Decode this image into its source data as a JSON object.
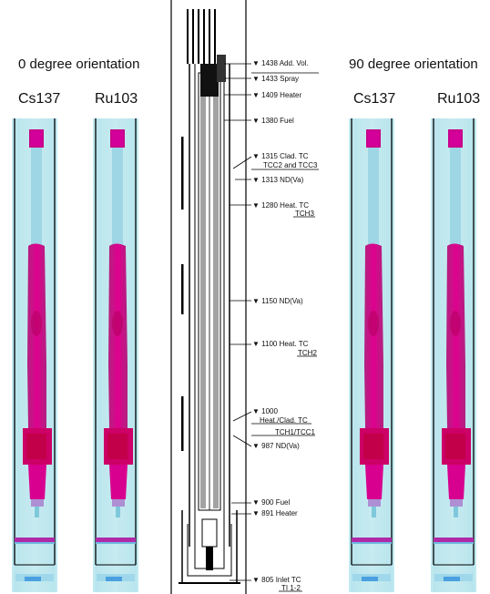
{
  "left_panel": {
    "title": "0 degree orientation",
    "columns": [
      {
        "isotope": "Cs137"
      },
      {
        "isotope": "Ru103"
      }
    ]
  },
  "right_panel": {
    "title": "90 degree orientation",
    "columns": [
      {
        "isotope": "Cs137"
      },
      {
        "isotope": "Ru103"
      }
    ]
  },
  "schematic": {
    "labels": [
      {
        "id": "l1438",
        "text": "1438 Add. Vol.",
        "marker": true
      },
      {
        "id": "l1433",
        "text": "1433 Spray",
        "marker": true
      },
      {
        "id": "l1409",
        "text": "1409 Heater",
        "marker": true
      },
      {
        "id": "l1380",
        "text": "1380 Fuel",
        "marker": true
      },
      {
        "id": "l1315",
        "text": "1315 Clad. TC",
        "marker": true
      },
      {
        "id": "l1315b",
        "text": "TCC2 and TCC3",
        "marker": false
      },
      {
        "id": "l1313",
        "text": "1313 ND(Va)",
        "marker": true
      },
      {
        "id": "l1280",
        "text": "1280 Heat. TC",
        "marker": true
      },
      {
        "id": "l1280b",
        "text": "TCH3",
        "marker": false
      },
      {
        "id": "l1150",
        "text": "1150 ND(Va)",
        "marker": true
      },
      {
        "id": "l1100",
        "text": "1100 Heat. TC",
        "marker": true
      },
      {
        "id": "l1100b",
        "text": "TCH2",
        "marker": false
      },
      {
        "id": "l1000",
        "text": "1000",
        "marker": true
      },
      {
        "id": "l1000b",
        "text": "Heat./Clad. TC",
        "marker": false
      },
      {
        "id": "l1000c",
        "text": "TCH1/TCC1",
        "marker": false
      },
      {
        "id": "l987",
        "text": "987 ND(Va)",
        "marker": true
      },
      {
        "id": "l900",
        "text": "900 Fuel",
        "marker": true
      },
      {
        "id": "l891",
        "text": "891 Heater",
        "marker": true
      },
      {
        "id": "l805",
        "text": "805 Inlet TC",
        "marker": true
      },
      {
        "id": "l805b",
        "text": "TI 1-2",
        "marker": false
      }
    ]
  },
  "colors": {
    "background_tint": "#c9efef",
    "activity_high": "#d4008a",
    "activity_peak": "#c0004a",
    "activity_low": "#8fd6e6",
    "frame_line": "#000000"
  }
}
